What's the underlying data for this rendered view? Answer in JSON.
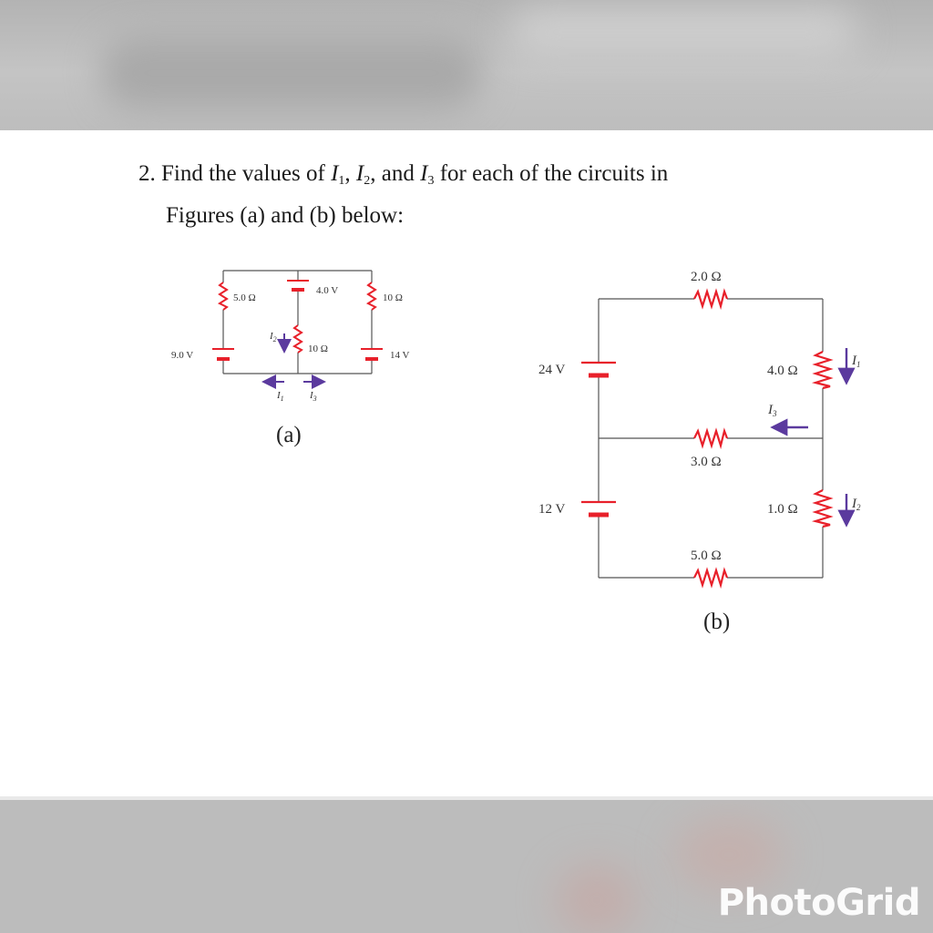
{
  "problem": {
    "number": "2.",
    "text_part1": "Find the values of",
    "var1": "I",
    "sub1": "1",
    "sep1": ",",
    "var2": "I",
    "sub2": "2",
    "sep2": ", and",
    "var3": "I",
    "sub3": "3",
    "text_part2": "for each of the circuits in",
    "line2": "Figures (a) and (b) below:"
  },
  "figure_a": {
    "caption": "(a)",
    "r_left": "5.0 Ω",
    "batt_top": "4.0 V",
    "r_right": "10 Ω",
    "r_middle": "10 Ω",
    "batt_left": "9.0 V",
    "batt_right": "14 V",
    "current_mid": "I",
    "current_mid_sub": "2",
    "current_left": "I",
    "current_left_sub": "1",
    "current_right": "I",
    "current_right_sub": "3"
  },
  "figure_b": {
    "caption": "(b)",
    "r_top": "2.0 Ω",
    "batt_upper": "24 V",
    "r_right_upper": "4.0 Ω",
    "current_right_upper": "I",
    "current_right_upper_sub": "1",
    "current_mid": "I",
    "current_mid_sub": "3",
    "r_middle": "3.0 Ω",
    "batt_lower": "12 V",
    "r_right_lower": "1.0 Ω",
    "current_right_lower": "I",
    "current_right_lower_sub": "2",
    "r_bottom": "5.0 Ω"
  },
  "colors": {
    "wire": "#555555",
    "component": "#e8202a",
    "arrow": "#5b3a9e"
  },
  "watermark": "PhotoGrid"
}
